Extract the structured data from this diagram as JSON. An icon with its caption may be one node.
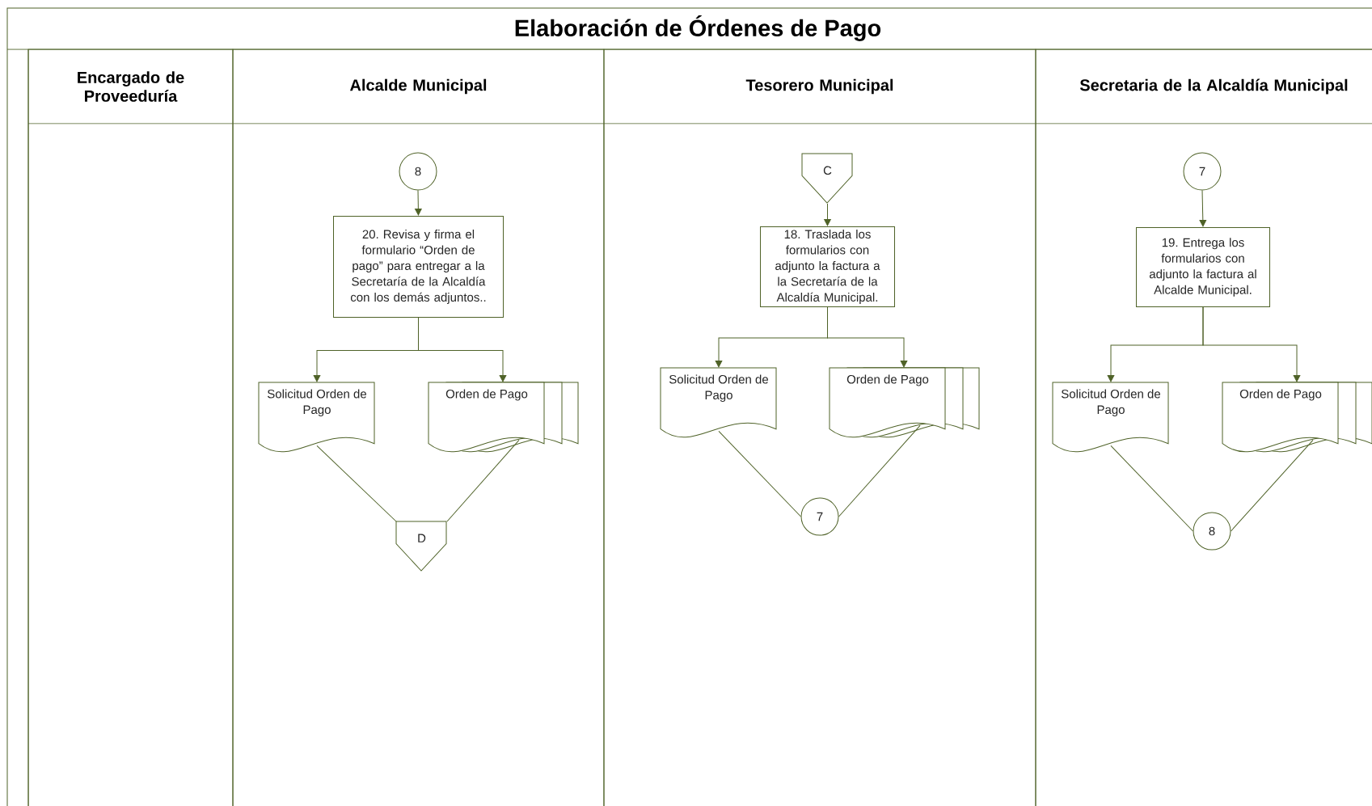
{
  "diagram": {
    "title": "Elaboración de Órdenes de Pago",
    "nodes": [
      {
        "text": [
          "Encargado de Proveeduría"
        ]
      },
      {
        "text": [
          "Alcalde Municipal"
        ]
      },
      {
        "text": [
          "Tesorero Municipal"
        ]
      },
      {
        "text": [
          "Secretaria de la Alcaldía Municipal"
        ]
      },
      {
        "text": [
          "8"
        ],
        "in": 1
      },
      {
        "text": [
          "20. Revisa y firma el formulario “Orden de pago” para entregar a la Secretaría de la Alcaldía con los demás adjuntos.."
        ],
        "in": 1
      },
      {
        "text": [
          "Solicitud Orden de Pago"
        ],
        "in": 1
      },
      {
        "text": [
          "Orden de Pago"
        ],
        "in": 1
      },
      {
        "text": [
          "D"
        ],
        "in": 1
      },
      {
        "text": [
          "C"
        ],
        "in": 2
      },
      {
        "text": [
          "18. Traslada los formularios con adjunto la factura a la Secretaría de la Alcaldía Municipal."
        ],
        "in": 2
      },
      {
        "text": [
          "Solicitud Orden de Pago"
        ],
        "in": 2
      },
      {
        "text": [
          "Orden de Pago"
        ],
        "in": 2
      },
      {
        "text": [
          "7"
        ],
        "in": 2
      },
      {
        "text": [
          "7"
        ],
        "in": 3
      },
      {
        "text": [
          "19. Entrega los formularios con adjunto la factura al Alcalde Municipal."
        ],
        "in": 3
      },
      {
        "text": [
          "Solicitud Orden de Pago"
        ],
        "in": 3
      },
      {
        "text": [
          "Orden de Pago"
        ],
        "in": 3
      },
      {
        "text": [
          "8"
        ],
        "in": 3
      }
    ],
    "edges": [
      {
        "from": 4,
        "to": 5,
        "arrow": "to"
      },
      {
        "from": 5,
        "to": 6,
        "arrow": "to"
      },
      {
        "from": 5,
        "to": 7,
        "arrow": "to"
      },
      {
        "from": 6,
        "to": 8,
        "arrow": "none"
      },
      {
        "from": 7,
        "to": 8,
        "arrow": "none"
      },
      {
        "from": 9,
        "to": 10,
        "arrow": "to"
      },
      {
        "from": 10,
        "to": 11,
        "arrow": "to"
      },
      {
        "from": 10,
        "to": 12,
        "arrow": "to"
      },
      {
        "from": 11,
        "to": 13,
        "arrow": "none"
      },
      {
        "from": 12,
        "to": 13,
        "arrow": "none"
      },
      {
        "from": 14,
        "to": 15,
        "arrow": "to"
      },
      {
        "from": 15,
        "to": 16,
        "arrow": "to"
      },
      {
        "from": 15,
        "to": 17,
        "arrow": "to"
      },
      {
        "from": 16,
        "to": 18,
        "arrow": "none"
      },
      {
        "from": 17,
        "to": 18,
        "arrow": "none"
      }
    ]
  }
}
